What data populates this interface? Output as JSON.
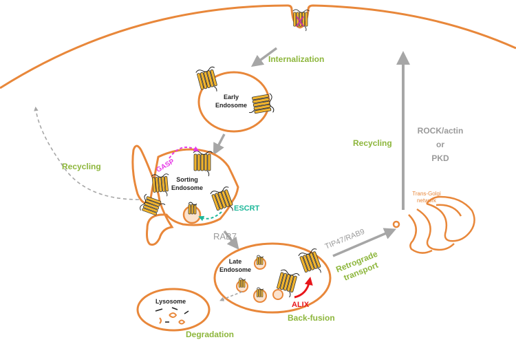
{
  "colors": {
    "membrane": "#E8873A",
    "arrow_gray": "#A6A6A6",
    "label_green": "#8DB63C",
    "label_gray": "#9A9A9A",
    "gasp_magenta": "#E639E6",
    "escrt_teal": "#1EB89A",
    "alix_red": "#E8161B",
    "receptor_fill": "#F2B52E",
    "ligand_magenta": "#C0369E",
    "text_dark": "#222222"
  },
  "labels": {
    "internalization": "Internalization",
    "early_endosome_line1": "Early",
    "early_endosome_line2": "Endosome",
    "gasp": "GASP",
    "sorting_line1": "Sorting",
    "sorting_line2": "Endosome",
    "escrt": "ESCRT",
    "recycling_left": "Recycling",
    "recycling_right": "Recycling",
    "rab7": "RAB7",
    "late_endosome_line1": "Late",
    "late_endosome_line2": "Endosome",
    "tip47_rab9": "TIP47/RAB9",
    "retrograde_line1": "Retrograde",
    "retrograde_line2": "transport",
    "rock_line1": "ROCK/actin",
    "rock_line2": "or",
    "rock_line3": "PKD",
    "tgn_line1": "Trans-Golgi",
    "tgn_line2": "network",
    "lysosome": "Lysosome",
    "alix": "ALIX",
    "back_fusion": "Back-fusion",
    "degradation": "Degradation"
  }
}
